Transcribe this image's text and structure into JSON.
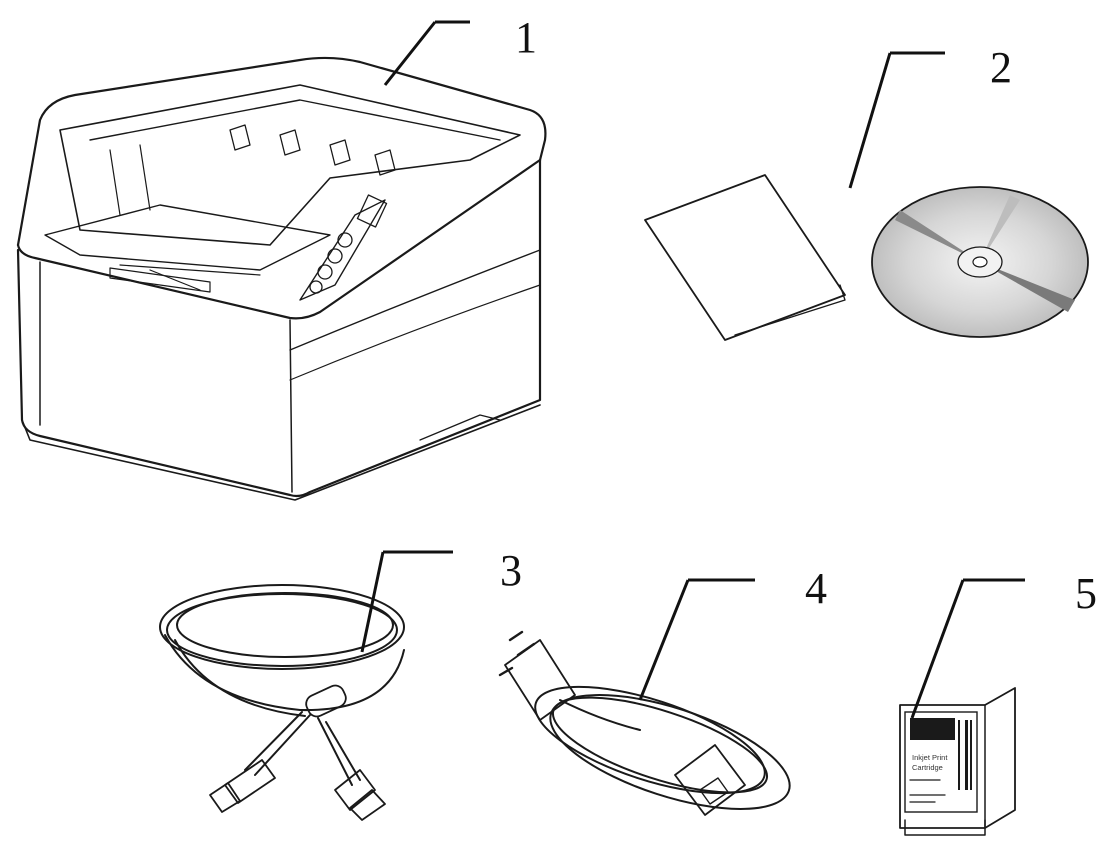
{
  "callouts": [
    {
      "id": 1,
      "label": "1",
      "item": "scanner"
    },
    {
      "id": 2,
      "label": "2",
      "item": "quick-guide-and-cd"
    },
    {
      "id": 3,
      "label": "3",
      "item": "usb-cable"
    },
    {
      "id": 4,
      "label": "4",
      "item": "power-cord"
    },
    {
      "id": 5,
      "label": "5",
      "item": "ink-cartridge"
    }
  ],
  "cartridge": {
    "line1": "Inkjet Print",
    "line2": "Cartridge"
  },
  "colors": {
    "ink": "#1a1a1a",
    "disc_light": "#e6e6e6",
    "disc_dark": "#8a8a8a"
  }
}
